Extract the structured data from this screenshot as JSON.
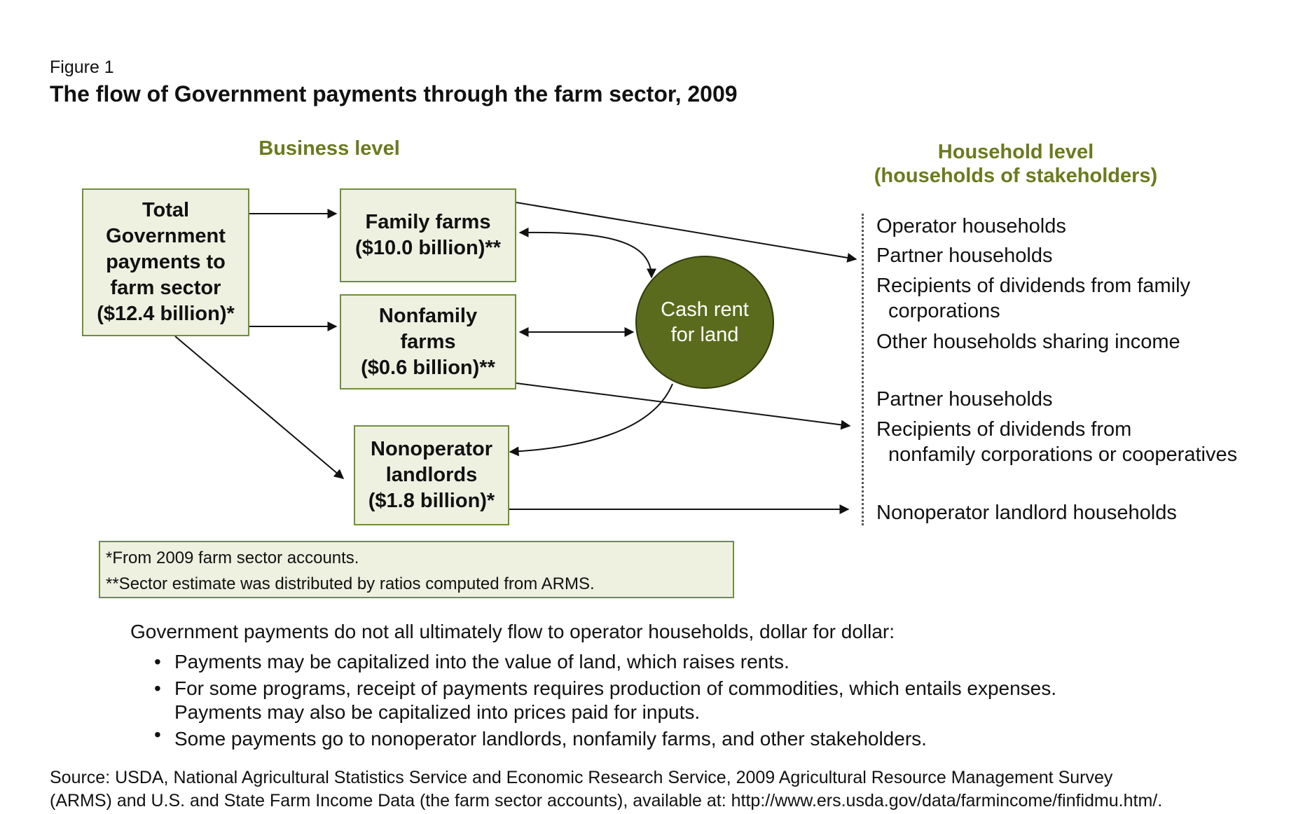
{
  "figure_label": "Figure 1",
  "title": "The flow of Government payments through the farm sector, 2009",
  "business_level_label": "Business level",
  "household_level_label": [
    "Household level",
    "(households of stakeholders)"
  ],
  "boxes": {
    "total": [
      "Total",
      "Government",
      "payments to",
      "farm sector",
      "($12.4 billion)*"
    ],
    "family": [
      "Family farms",
      "($10.0 billion)**"
    ],
    "nonfamily": [
      "Nonfamily",
      "farms",
      "($0.6 billion)**"
    ],
    "nonoperator": [
      "Nonoperator",
      "landlords",
      "($1.8 billion)*"
    ]
  },
  "cash_rent": [
    "Cash rent",
    "for land"
  ],
  "household_groups": {
    "family": [
      "Operator households",
      "Partner households",
      "Recipients of dividends from family",
      "corporations",
      "Other households sharing income"
    ],
    "nonfamily": [
      "Partner households",
      "Recipients of dividends from",
      "nonfamily corporations or cooperatives"
    ],
    "nonoperator": [
      "Nonoperator landlord households"
    ]
  },
  "notes": [
    "*From 2009 farm sector accounts.",
    "**Sector estimate was distributed by ratios computed from ARMS."
  ],
  "intro": "Government payments do not all ultimately flow to operator households, dollar for dollar:",
  "bullets": [
    [
      "Payments may be capitalized into the value of land, which raises rents."
    ],
    [
      "For some programs, receipt of payments requires  production of commodities, which entails expenses.",
      "Payments may also be capitalized into prices paid for inputs."
    ],
    [
      "Some payments go to nonoperator landlords, nonfamily farms, and other stakeholders."
    ]
  ],
  "source": [
    "Source: USDA, National Agricultural Statistics Service and Economic Research Service, 2009 Agricultural Resource Management Survey",
    "(ARMS)  and U.S. and State Farm Income Data (the farm sector accounts), available at: http://www.ers.usda.gov/data/farmincome/finfidmu.htm/."
  ],
  "colors": {
    "accent_text": "#6b7a1f",
    "box_fill": "#eef0e0",
    "box_border": "#6f8f3a",
    "circle_fill": "#5b6b1d"
  }
}
